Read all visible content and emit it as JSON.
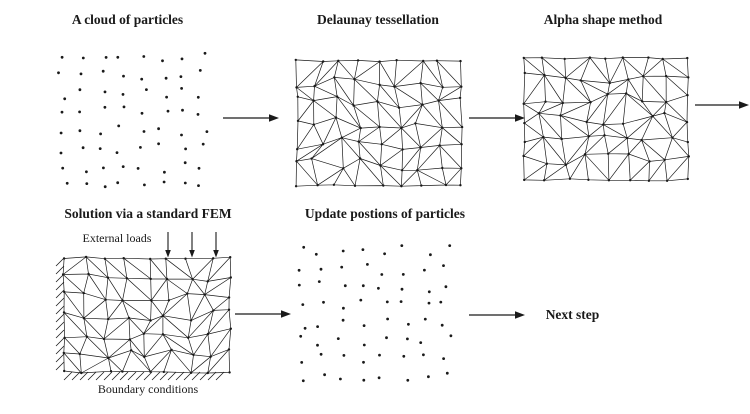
{
  "figure": {
    "steps": [
      {
        "label": "A cloud of particles"
      },
      {
        "label": "Delaunay tessellation"
      },
      {
        "label": "Alpha shape method"
      },
      {
        "label": "Solution via a standard FEM"
      },
      {
        "label": "Update postions of particles"
      }
    ],
    "fem_panel": {
      "external_loads": "External loads",
      "boundary_conditions": "Boundary conditions"
    },
    "next_step": "Next step",
    "colors": {
      "ink": "#1a1a1a",
      "background": "#ffffff"
    }
  }
}
